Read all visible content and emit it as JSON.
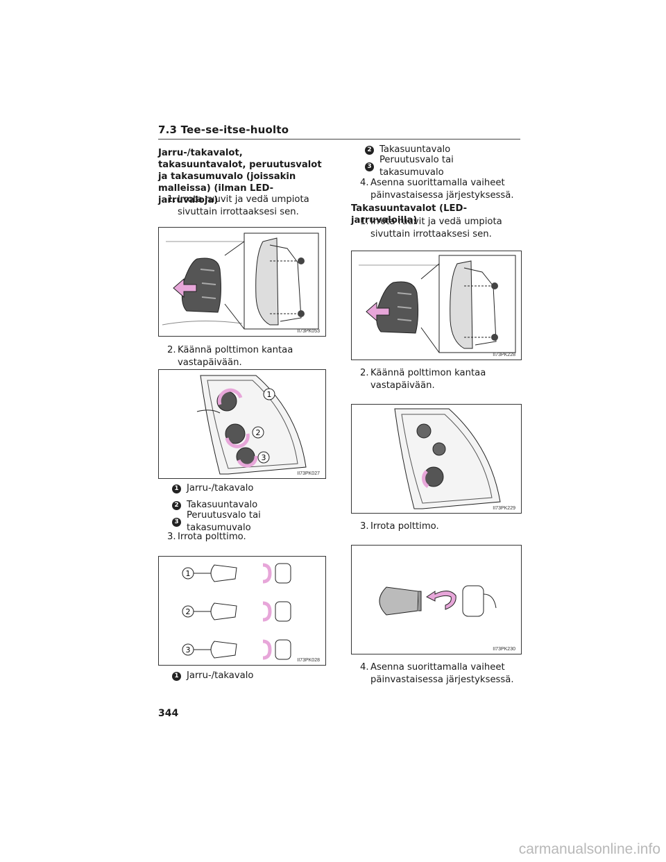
{
  "section": {
    "title": "7.3 Tee-se-itse-huolto"
  },
  "left": {
    "heading": "Jarru-/takavalot, takasuuntavalot, peruutusvalot ja takasumuvalo (joissakin malleissa) (ilman LED-jarruvaloja)",
    "step1": {
      "num": "1.",
      "text": "Irrota ruuvit ja vedä umpiota sivuttain irrottaaksesi sen."
    },
    "fig1_code": "II73PK053",
    "step2": {
      "num": "2.",
      "text": "Käännä polttimon kantaa vastapäivään."
    },
    "fig2_code": "II73PK027",
    "callouts": [
      {
        "num": "1",
        "label": "Jarru-/takavalo"
      },
      {
        "num": "2",
        "label": "Takasuuntavalo"
      },
      {
        "num": "3",
        "label": "Peruutusvalo tai takasumuvalo"
      }
    ],
    "step3": {
      "num": "3.",
      "text": "Irrota polttimo."
    },
    "fig3_code": "II73PK028",
    "callout_bottom": {
      "num": "1",
      "label": "Jarru-/takavalo"
    }
  },
  "right": {
    "callouts": [
      {
        "num": "2",
        "label": "Takasuuntavalo"
      },
      {
        "num": "3",
        "label": "Peruutusvalo tai takasumuvalo"
      }
    ],
    "step4": {
      "num": "4.",
      "text": "Asenna suorittamalla vaiheet päinvastaisessa järjestyksessä."
    },
    "heading": "Takasuuntavalot (LED-jarruvaloilla)",
    "step1": {
      "num": "1.",
      "text": "Irrota ruuvit ja vedä umpiota sivuttain irrottaaksesi sen."
    },
    "fig1_code": "II73PK228",
    "step2": {
      "num": "2.",
      "text": "Käännä polttimon kantaa vastapäivään."
    },
    "fig2_code": "II73PK229",
    "step3": {
      "num": "3.",
      "text": "Irrota polttimo."
    },
    "fig3_code": "II73PK230",
    "step4b": {
      "num": "4.",
      "text": "Asenna suorittamalla vaiheet päinvastaisessa järjestyksessä."
    }
  },
  "figure_labels": {
    "a": "1",
    "b": "2",
    "c": "3"
  },
  "page_number": "344",
  "watermark": "carmanualsonline.info",
  "colors": {
    "accent_pink": "#e7a6d9",
    "line": "#333333"
  }
}
